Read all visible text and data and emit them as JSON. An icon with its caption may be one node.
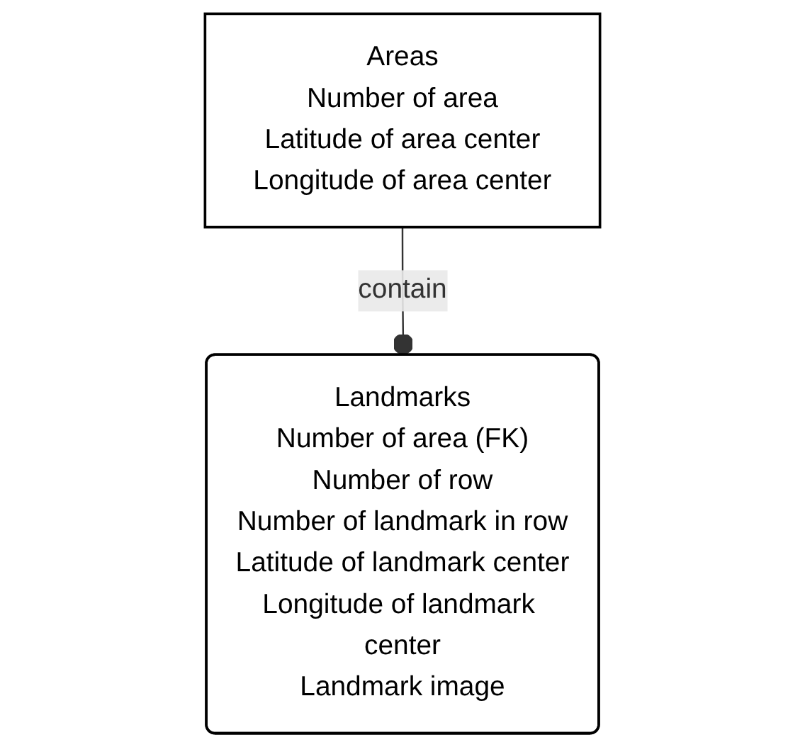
{
  "diagram": {
    "nodes": [
      {
        "text": [
          "Areas",
          "Number of area",
          "Latitude of area center",
          "Longitude of area center"
        ]
      },
      {
        "text": [
          "Landmarks",
          "Number of area (FK)",
          "Number of row",
          "Number of landmark in row",
          "Latitude of landmark center",
          "Longitude of landmark center",
          "Landmark image"
        ]
      }
    ],
    "edges": [
      {
        "from": 0,
        "to": 1,
        "arrow": "other",
        "label": "contain"
      }
    ]
  }
}
